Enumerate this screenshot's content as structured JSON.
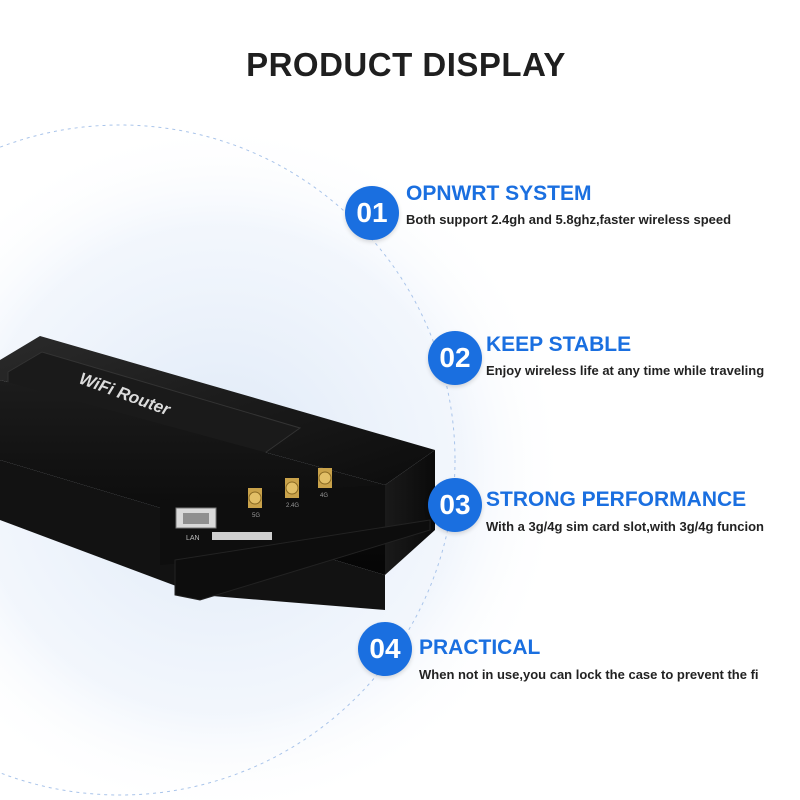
{
  "page": {
    "title": "PRODUCT DISPLAY",
    "accent_color": "#1a6fe0"
  },
  "product": {
    "brand_label": "WiFi Router",
    "port_label": "LAN",
    "antenna_labels": [
      "5G",
      "2.4G",
      "4G"
    ]
  },
  "features": [
    {
      "number": "01",
      "title": "OPNWRT SYSTEM",
      "description": "Both support 2.4gh and 5.8ghz,faster wireless speed"
    },
    {
      "number": "02",
      "title": "KEEP STABLE",
      "description": "Enjoy wireless life at any time while traveling"
    },
    {
      "number": "03",
      "title": "STRONG PERFORMANCE",
      "description": "With a 3g/4g sim card slot,with 3g/4g funcion"
    },
    {
      "number": "04",
      "title": "PRACTICAL",
      "description": "When not in use,you can lock the case to prevent the fi"
    }
  ]
}
